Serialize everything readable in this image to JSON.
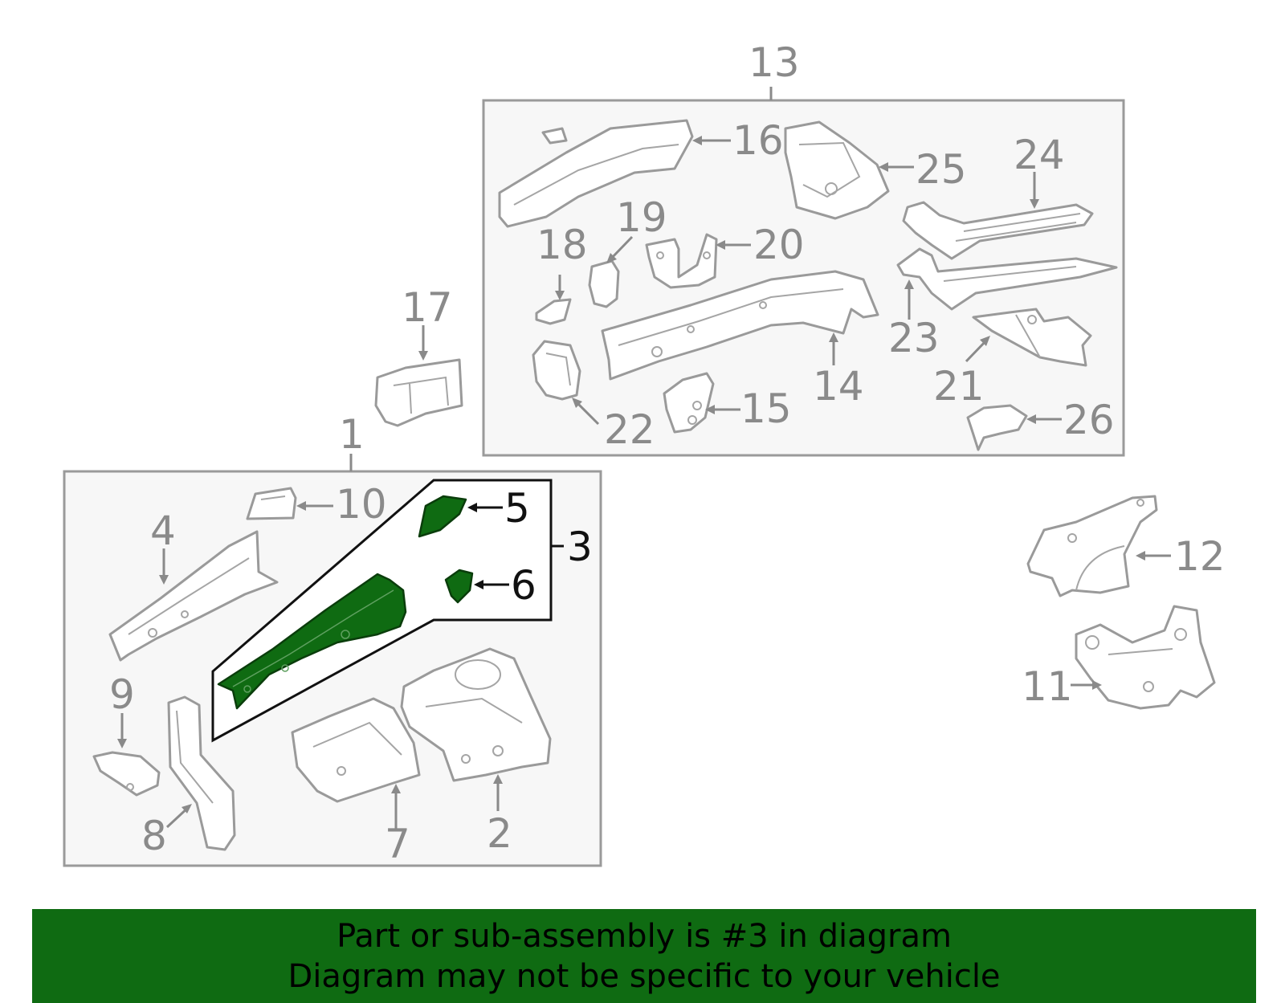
{
  "callouts": {
    "c1": "1",
    "c2": "2",
    "c3": "3",
    "c4": "4",
    "c5": "5",
    "c6": "6",
    "c7": "7",
    "c8": "8",
    "c9": "9",
    "c10": "10",
    "c11": "11",
    "c12": "12",
    "c13": "13",
    "c14": "14",
    "c15": "15",
    "c16": "16",
    "c17": "17",
    "c18": "18",
    "c19": "19",
    "c20": "20",
    "c21": "21",
    "c22": "22",
    "c23": "23",
    "c24": "24",
    "c25": "25",
    "c26": "26"
  },
  "highlight": {
    "part": "3",
    "color": "#0f6b12"
  },
  "colors": {
    "line": "#9a9a9a",
    "box_fill": "#f7f7f7",
    "box_stroke": "#9a9a9a",
    "banner": "#0f6b12"
  },
  "banner": {
    "line1": "Part or sub-assembly is #3 in diagram",
    "line2": "Diagram may not be specific to your vehicle"
  }
}
